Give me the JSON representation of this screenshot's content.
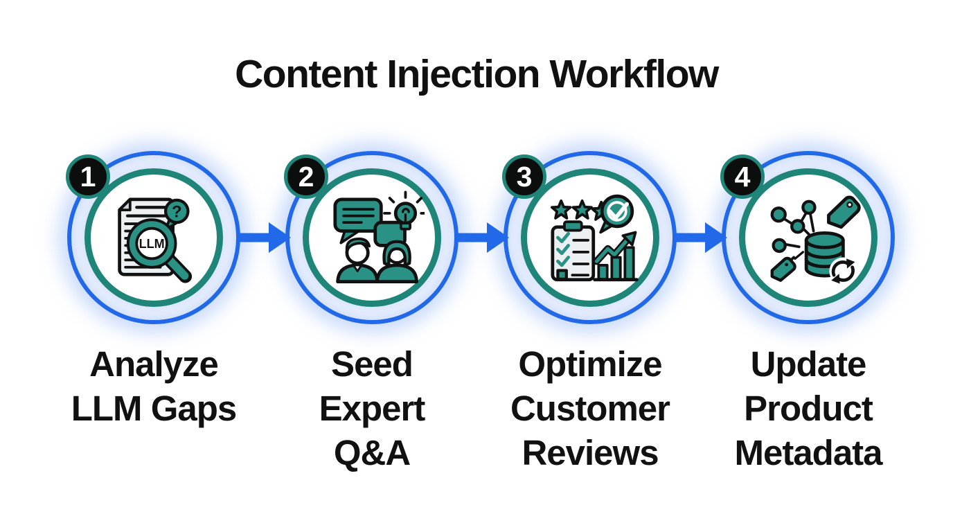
{
  "title": "Content Injection Workflow",
  "colors": {
    "ink": "#111111",
    "blue": "#2169e8",
    "teal": "#2a9285",
    "teal_ring": "#1f8578",
    "badge": "#0b0e0d",
    "paper": "#edf0f2",
    "fold": "#ccd3d8",
    "glow": "#aecdf6"
  },
  "flow": {
    "direction": "left-to-right",
    "arrow_count": 3
  },
  "steps": [
    {
      "number": "1",
      "label": "Analyze LLM Gaps",
      "label_lines": [
        "Analyze",
        "LLM Gaps"
      ],
      "icon": "document-llm-magnifier-icon",
      "icon_text": "LLM",
      "icon_bubble_text": "?"
    },
    {
      "number": "2",
      "label": "Seed Expert Q&A",
      "label_lines": [
        "Seed",
        "Expert",
        "Q&A"
      ],
      "icon": "experts-discussion-lightbulb-icon"
    },
    {
      "number": "3",
      "label": "Optimize Customer Reviews",
      "label_lines": [
        "Optimize",
        "Customer",
        "Reviews"
      ],
      "icon": "stars-checklist-growth-chart-icon"
    },
    {
      "number": "4",
      "label": "Update Product Metadata",
      "label_lines": [
        "Update",
        "Product",
        "Metadata"
      ],
      "icon": "database-tags-sync-icon"
    }
  ]
}
